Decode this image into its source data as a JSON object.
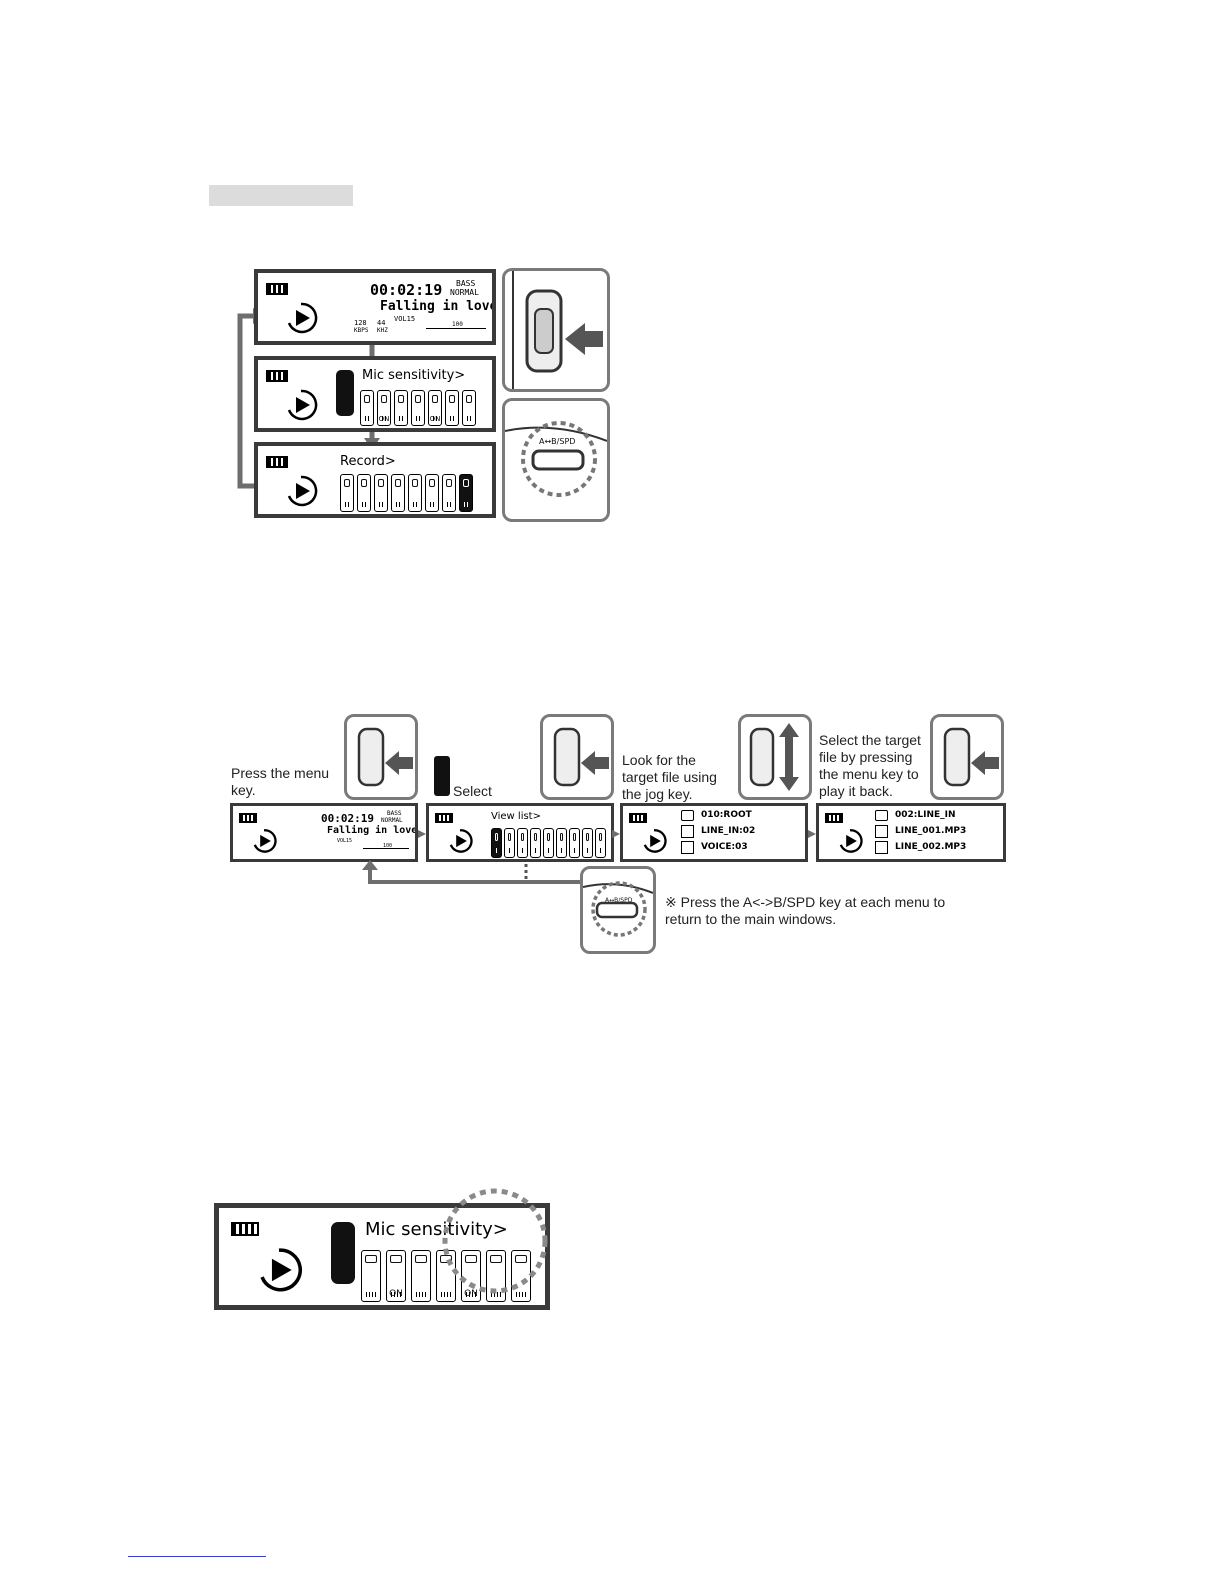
{
  "section": {
    "heading": ""
  },
  "lcd": {
    "elapsed_time": "00:02:19",
    "song_title": "Falling in love",
    "eq_line1": "BASS",
    "eq_line2": "NORMAL",
    "volume": "VOL15",
    "bitrate_top": "128",
    "bitrate_bottom": "KBPS",
    "sample_top": "44",
    "sample_bottom": "KHZ",
    "track_total": "100"
  },
  "menus": {
    "mic_sensitivity": "Mic sensitivity>",
    "record": "Record>",
    "view_list": "View list>",
    "on_badge": "ON"
  },
  "key_labels": {
    "ab_spd": "A↔B/SPD"
  },
  "instructions": {
    "press_menu_key": [
      "Press the menu",
      "key."
    ],
    "select": "Select",
    "look_for_file": [
      "Look for the",
      "target file using",
      "the jog key."
    ],
    "select_target": [
      "Select the target",
      "file by pressing",
      "the menu key to",
      "play it back."
    ],
    "return_note": [
      "※  Press the A<->B/SPD key at each menu to",
      "return to the main windows."
    ]
  },
  "file_list_1": {
    "items": [
      "010:ROOT",
      "LINE_IN:02",
      "VOICE:03"
    ]
  },
  "file_list_2": {
    "items": [
      "002:LINE_IN",
      "LINE_001.MP3",
      "LINE_002.MP3"
    ]
  },
  "colors": {
    "frame": "#3a3a3a",
    "arrow": "#6e6e6e",
    "heading_bar": "#dcdcdc",
    "footer_rule": "#3a3fd0"
  }
}
